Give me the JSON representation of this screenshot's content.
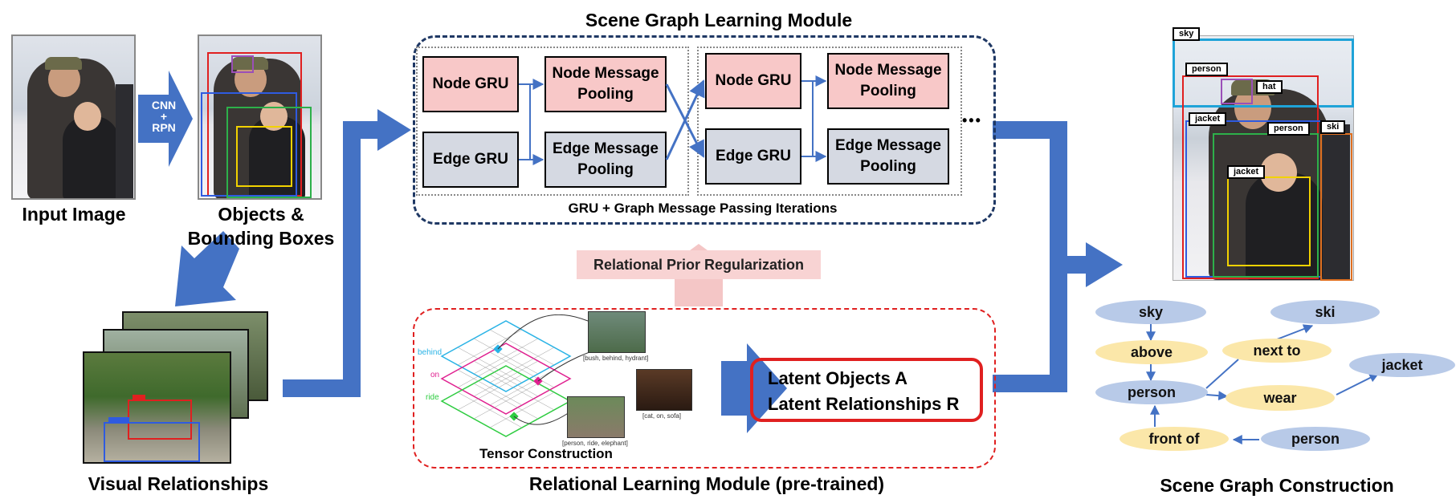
{
  "input": {
    "cnn_line1": "CNN",
    "cnn_plus": "+",
    "cnn_line2": "RPN",
    "input_caption": "Input Image",
    "objects_caption_1": "Objects &",
    "objects_caption_2": "Bounding Boxes",
    "visual_caption": "Visual Relationships"
  },
  "sgl": {
    "title": "Scene Graph Learning Module",
    "node_gru": "Node GRU",
    "edge_gru": "Edge GRU",
    "node_pool": "Node Message Pooling",
    "edge_pool": "Edge Message Pooling",
    "ellipsis": "•••",
    "iter_caption": "GRU + Graph Message Passing Iterations",
    "prior": "Relational Prior Regularization"
  },
  "rel": {
    "title": "Relational Learning Module (pre-trained)",
    "tensor_caption": "Tensor Construction",
    "layer_behind": "behind",
    "layer_on": "on",
    "layer_ride": "ride",
    "ex1": "[bush, behind, hydrant]",
    "ex2": "[cat, on, sofa]",
    "ex3": "[person, ride, elephant]",
    "latent_objects": "Latent Objects A",
    "latent_relationships": "Latent Relationships R"
  },
  "scene": {
    "caption": "Scene Graph Construction",
    "tags": {
      "sky": "sky",
      "person": "person",
      "hat": "hat",
      "jacket": "jacket",
      "person2": "person",
      "ski": "ski",
      "jacket2": "jacket"
    },
    "graph": {
      "sky": "sky",
      "above": "above",
      "person": "person",
      "next_to": "next to",
      "ski": "ski",
      "wear": "wear",
      "jacket": "jacket",
      "front_of": "front of",
      "person2": "person"
    }
  },
  "colors": {
    "arrow_blue": "#4472c4",
    "node_pink": "#f8c8c8",
    "edge_gray": "#d5d9e2",
    "dashed_navy": "#1f3864",
    "dashed_red": "#e02020",
    "graph_blue": "#b8cae8",
    "graph_yellow": "#fbe7a9"
  }
}
